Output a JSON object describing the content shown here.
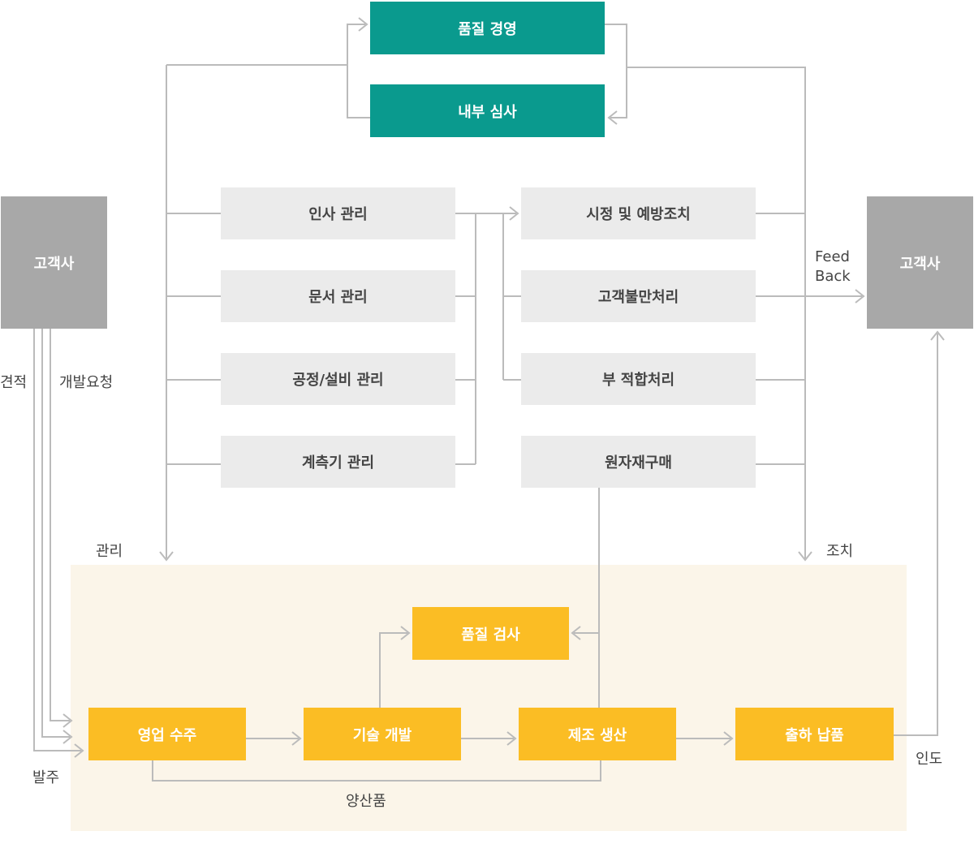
{
  "diagram": {
    "top": {
      "quality_management": "품질 경영",
      "internal_audit": "내부 심사"
    },
    "customer_left": "고객사",
    "customer_right": "고객사",
    "management_items": [
      "인사 관리",
      "문서 관리",
      "공정/설비 관리",
      "계측기 관리"
    ],
    "action_items": [
      "시정 및 예방조치",
      "고객불만처리",
      "부 적합처리",
      "원자재구매"
    ],
    "process": {
      "order": "영업 수주",
      "tech_dev": "기술 개발",
      "manufacturing": "제조 생산",
      "delivery": "출하 납품",
      "inspection": "품질 검사"
    },
    "labels": {
      "estimate": "견적",
      "dev_request": "개발요청",
      "purchase_order": "발주",
      "manage": "관리",
      "action": "조치",
      "feedback_1": "Feed",
      "feedback_2": "Back",
      "handover": "인도",
      "mass_product": "양산품"
    }
  },
  "colors": {
    "teal": "#0a9a8e",
    "customer_gray": "#a8a8a8",
    "item_gray": "#ebebeb",
    "process_yellow": "#fbbd24",
    "process_area": "#fbf5e9",
    "line": "#bbbbbb"
  }
}
